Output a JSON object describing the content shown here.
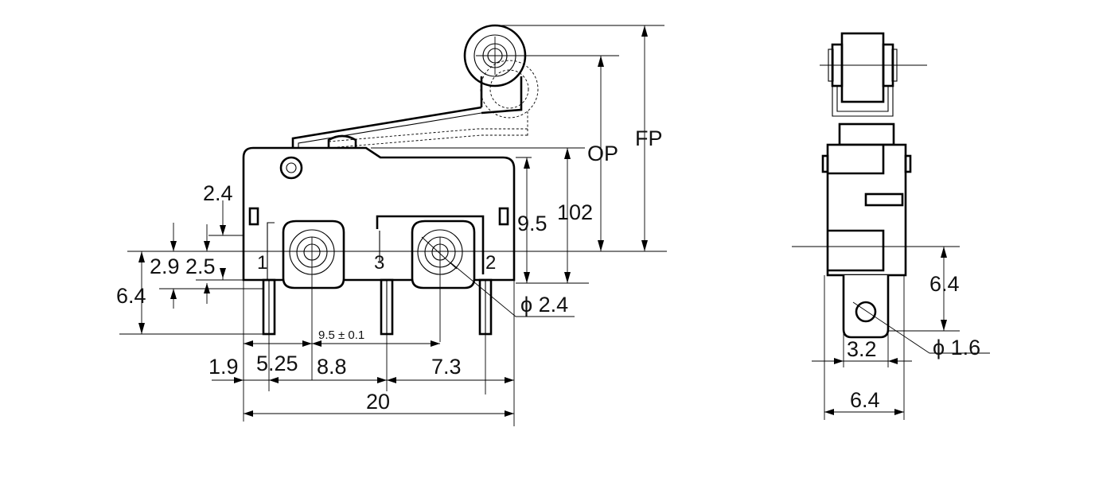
{
  "labels": {
    "op": "OP",
    "fp": "FP",
    "height_102": "102",
    "height_9_5": "9.5",
    "dim_2_4_top": "2.4",
    "dim_2_9": "2.9",
    "dim_2_5": "2.5",
    "dim_6_4_left": "6.4",
    "pin_1": "1",
    "pin_3": "3",
    "pin_2": "2",
    "hole_phi_2_4": "ϕ 2.4",
    "pin_pitch": "9.5 ± 0.1",
    "dim_1_9": "1.9",
    "dim_5_25": "5.25",
    "dim_8_8": "8.8",
    "dim_7_3": "7.3",
    "dim_20": "20",
    "side_6_4_right": "6.4",
    "side_3_2": "3.2",
    "side_phi_1_6": "ϕ 1.6",
    "side_6_4_bottom": "6.4"
  }
}
